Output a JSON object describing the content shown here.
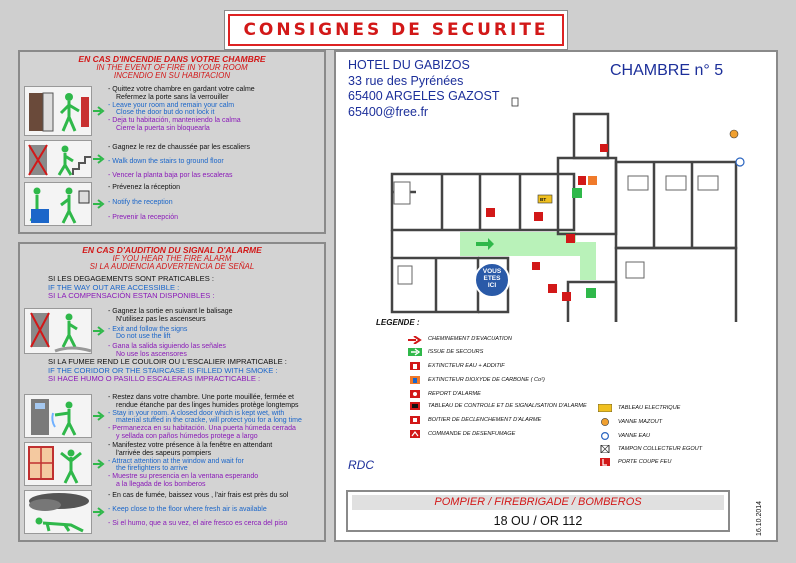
{
  "header": {
    "title": "CONSIGNES DE SECURITE"
  },
  "fire": {
    "title_fr": "EN CAS D'INCENDIE DANS VOTRE CHAMBRE",
    "title_en": "IN THE EVENT OF FIRE IN YOUR ROOM",
    "title_es": "INCENDIO EN SU HABITACION",
    "steps": [
      {
        "fr": "- Quittez votre chambre en gardant votre calme",
        "fr2": "Refermez la porte sans la verrouiller",
        "en": "- Leave your room and remain your calm",
        "en2": "Close the door but do not lock it",
        "es": "- Deja tu habitación, manteniendo la calma",
        "es2": "Cierre la puerta sin bloquearla"
      },
      {
        "fr": "- Gagnez le rez de chaussée par les escaliers",
        "en": "- Walk down the stairs to ground floor",
        "es": "- Vencer la planta baja por las escaleras"
      },
      {
        "fr": "- Prévenez la réception",
        "en": "- Notify the reception",
        "es": "- Prevenir la recepción"
      }
    ]
  },
  "alarm": {
    "title_fr": "EN CAS D'AUDITION DU SIGNAL D'ALARME",
    "title_en": "IF YOU HEAR THE FIRE ALARM",
    "title_es": "SI LA AUDIENCIA ADVERTENCIA DE SEÑAL",
    "cond1_fr": "SI LES DEGAGEMENTS SONT PRATICABLES :",
    "cond1_en": "IF THE WAY OUT ARE ACCESSIBLE :",
    "cond1_es": "SI LA COMPENSACIÓN ESTAN DISPONIBLES :",
    "step1": {
      "fr": "- Gagnez la sortie en suivant le balisage",
      "fr2": "N'utilisez pas les ascenseurs",
      "en": "- Exit and follow the signs",
      "en2": "Do not use the lift",
      "es": "- Gana la salida siguiendo las señales",
      "es2": "No use los ascensores"
    },
    "cond2_fr": "SI LA FUMEE REND LE COULOIR OU L'ESCALIER IMPRATICABLE :",
    "cond2_en": "IF THE CORIDOR OR THE STAIRCASE IS FILLED WITH SMOKE :",
    "cond2_es": "SI HACE HUMO O PASILLO ESCALERAS IMPRACTICABLE :",
    "step2": {
      "fr": "- Restez dans votre chambre. Une porte mouillée, fermée et",
      "fr2": "rendue étanche par des linges humides protège longtemps",
      "en": "- Stay in your room. A closed door which is kept wet, with",
      "en2": "material stuffed in the cracke, will protect you for a long time",
      "es": "- Permanezca en su habitación. Una puerta húmeda cerrada",
      "es2": "y sellada con paños húmedos protege a largo"
    },
    "step3": {
      "fr": "- Manifestez votre présence à la fenêtre en attendant",
      "fr2": "l'arrivée des sapeurs pompiers",
      "en": "- Attract attention at the window and wait for",
      "en2": "the firefighters to arrive",
      "es": "- Muestre su presencia en la ventana esperando",
      "es2": "a la llegada de los bomberos"
    },
    "step4": {
      "fr": "- En cas de fumée, baissez vous , l'air frais est près du sol",
      "en": "- Keep close to the floor where fresh air is available",
      "es": "- Si el humo, que a su vez, el aire fresco es cerca del piso"
    }
  },
  "hotel": {
    "name": "HOTEL DU GABIZOS",
    "street": "33 rue des Pyrénées",
    "city": "65400 ARGELES GAZOST",
    "email": "65400@free.fr"
  },
  "room": {
    "label": "CHAMBRE n° 5"
  },
  "plan": {
    "you_are_here_1": "VOUS",
    "you_are_here_2": "ETES",
    "you_are_here_3": "ICI"
  },
  "legend": {
    "title": "LEGENDE :",
    "left": [
      "CHEMINEMENT D'EVACUATION",
      "ISSUE DE SECOURS",
      "EXTINCTEUR EAU + ADDITIF",
      "EXTINCTEUR DIOXYDE DE CARBONE ( Co²)",
      "REPORT D'ALARME",
      "TABLEAU DE CONTROLE ET DE SIGNALISATION D'ALARME",
      "BOITIER DE DECLENCHEMENT D'ALARME",
      "COMMANDE DE DESENFUMAGE"
    ],
    "right": [
      "TABLEAU ELECTRIQUE",
      "VANNE MAZOUT",
      "VANNE EAU",
      "TAMPON COLLECTEUR EGOUT",
      "PORTE COUPE FEU"
    ],
    "bt": "BT"
  },
  "footer": {
    "level": "RDC",
    "services": "POMPIER / FIREBRIGADE / BOMBEROS",
    "numbers": "18 OU / OR 112",
    "date": "16.10.2014"
  },
  "colors": {
    "red": "#d21818",
    "blue": "#1b66c9",
    "purple": "#8a1ab8",
    "navy": "#1c2f9a",
    "green": "#2fb84a",
    "route": "#b9f2b9"
  }
}
